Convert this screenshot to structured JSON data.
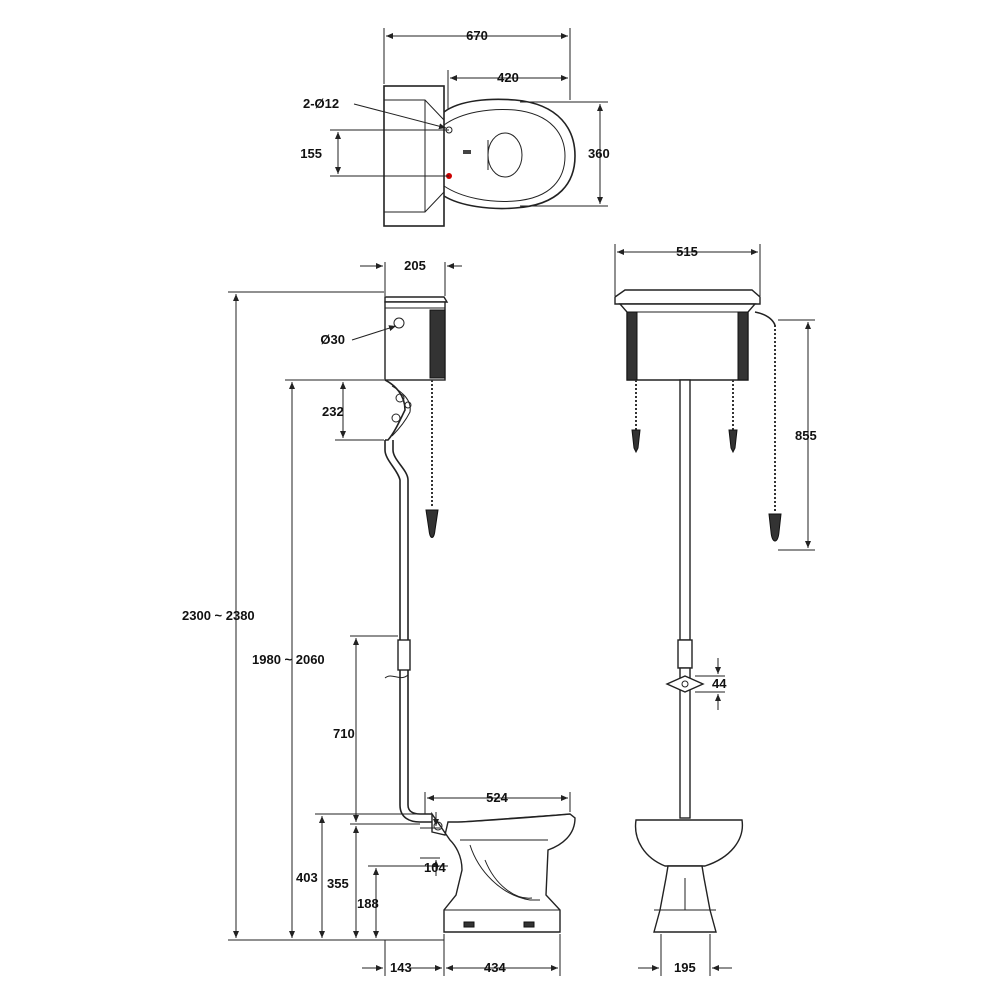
{
  "dimensions": {
    "plan_width": "670",
    "plan_bowl": "420",
    "holes": "2-Ø12",
    "plan_hole_spacing": "155",
    "plan_depth": "360",
    "cistern_depth": "205",
    "button_dia": "Ø30",
    "bracket": "232",
    "total_height": "2300 ~ 2380",
    "cistern_height": "1980 ~ 2060",
    "pipe_height": "710",
    "pan_length": "524",
    "pan_height": "403",
    "outlet_height": "355",
    "outlet_dia": "104",
    "outlet_center": "188",
    "wall_gap": "143",
    "base_length": "434",
    "cistern_width": "515",
    "chain_length": "855",
    "clip": "44",
    "base_width": "195"
  }
}
